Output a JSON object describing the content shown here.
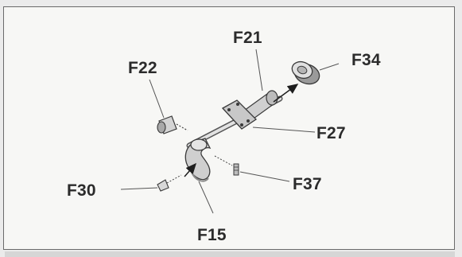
{
  "labels": {
    "f21": "F21",
    "f22": "F22",
    "f34": "F34",
    "f27": "F27",
    "f30": "F30",
    "f37": "F37",
    "f15": "F15"
  },
  "colors": {
    "line": "#3a3a3a",
    "part_fill": "#d9d9d9",
    "part_shadow": "#a8a8a8",
    "background": "#f7f7f5"
  }
}
